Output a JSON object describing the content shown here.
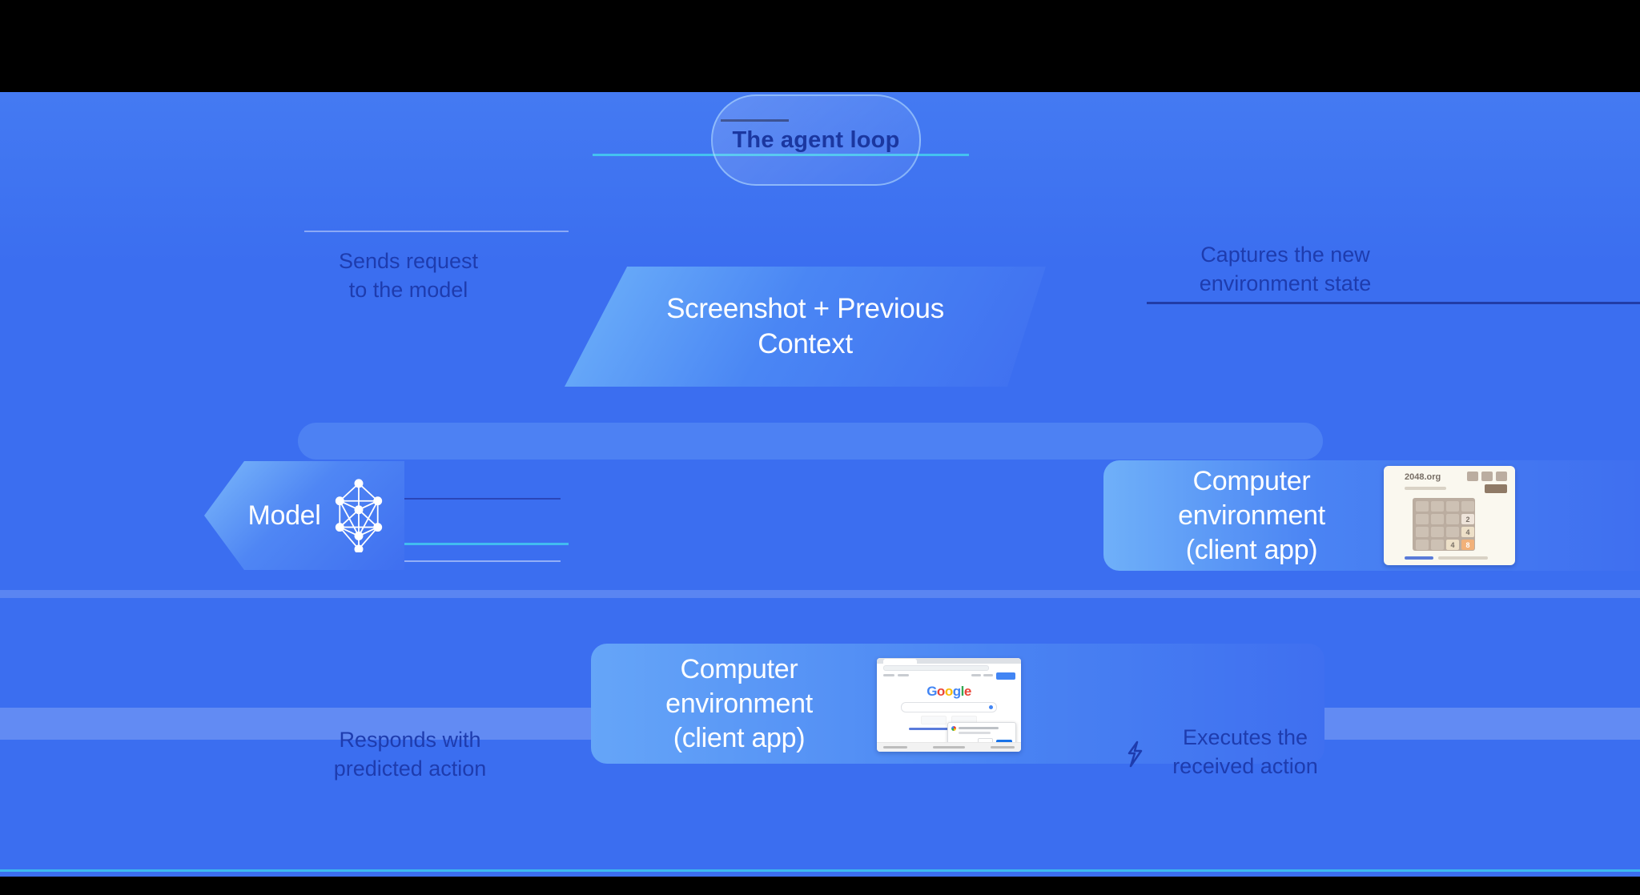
{
  "pill": {
    "label": "The agent loop"
  },
  "nodes": {
    "context": {
      "line1": "Screenshot + Previous",
      "line2": "Context"
    },
    "model": {
      "label": "Model"
    },
    "env_right": {
      "line1": "Computer environment",
      "line2": "(client app)"
    },
    "env_bottom": {
      "line1": "Computer environment",
      "line2": "(client app)"
    }
  },
  "edge_labels": {
    "top_left": {
      "line1": "Sends request",
      "line2": "to the model"
    },
    "top_right": {
      "line1": "Captures the new",
      "line2": "environment state"
    },
    "bottom_left": {
      "line1": "Responds with",
      "line2": "predicted action"
    },
    "bottom_right": {
      "line1": "Executes the",
      "line2": "received action"
    }
  },
  "mini_2048": {
    "site": "2048.org",
    "tiles": [
      "2",
      "4",
      "4",
      "8"
    ]
  },
  "mini_google": {
    "logo_letters": [
      "G",
      "o",
      "o",
      "g",
      "l",
      "e"
    ]
  },
  "colors": {
    "field_blue": "#3b6ef0",
    "light_blue": "#6fb0f9",
    "label_blue": "#1e3cae",
    "cyan_accent": "#45d6f0",
    "tile_orange": "#f2b179"
  }
}
